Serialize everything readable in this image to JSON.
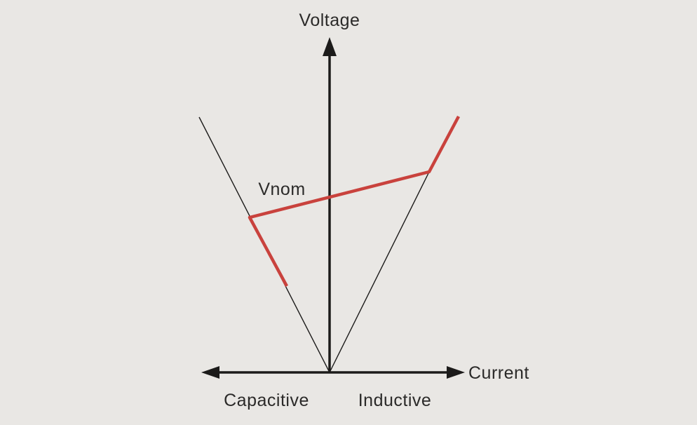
{
  "title": "Voltage versus current characteristic diagram",
  "colors": {
    "background": "#e9e7e4",
    "axis": "#1c1b1a",
    "thin_line": "#1c1b1a",
    "curve": "#c9423d",
    "text": "#2b2a29"
  },
  "labels": {
    "voltage": "Voltage",
    "current": "Current",
    "vnom": "Vnom",
    "capacitive": "Capacitive",
    "inductive": "Inductive"
  },
  "figure": {
    "vertical_axis_shaft": "470,76 470,531",
    "vertical_axis_arrowhead": "470,53 460,80 480,80",
    "horizontal_axis_shaft": "309,531 641,531",
    "horizontal_axis_arrowhead_left": "287,531 313,522 313,540",
    "horizontal_axis_arrowhead_right": "663,531 637,522 637,540",
    "capacitive_limit_line": "284,167 470,531",
    "inductive_limit_line": "470,531 612,245",
    "operating_curve": "409,408 356,310 612,245 654,166"
  }
}
